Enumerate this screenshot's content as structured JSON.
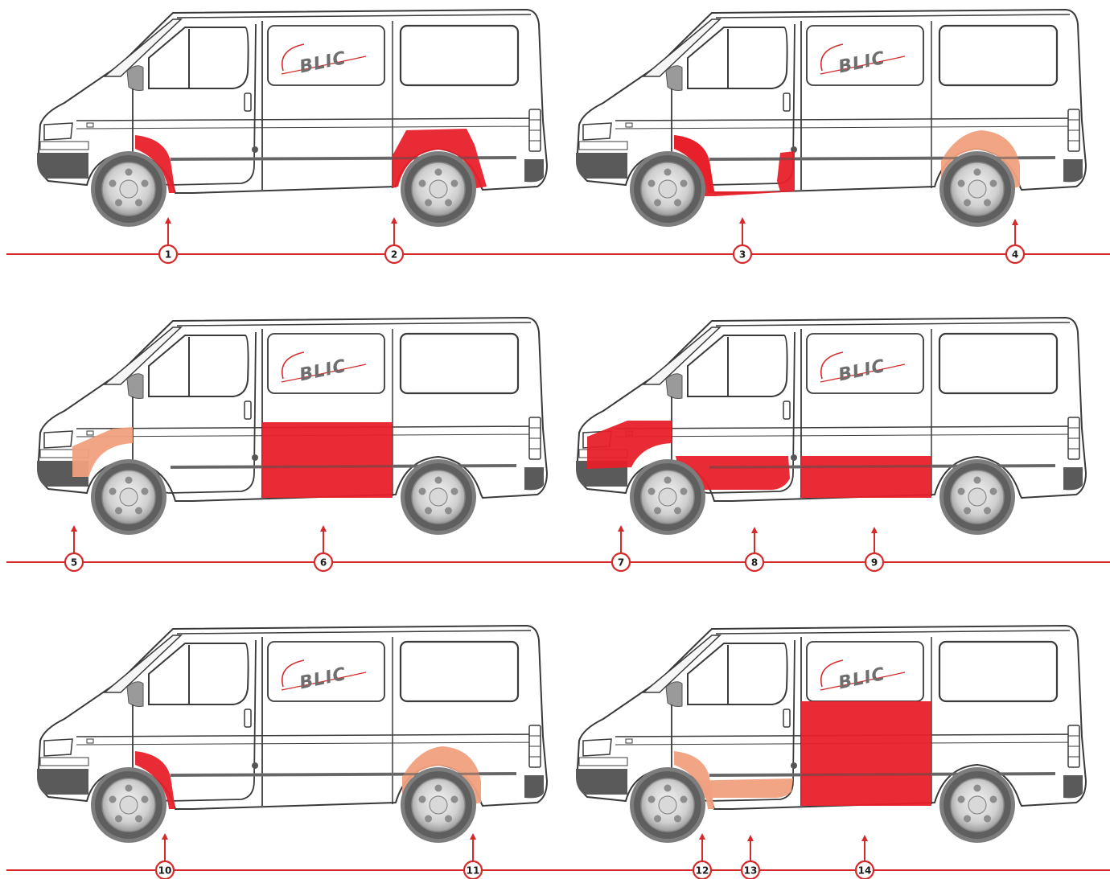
{
  "brand": "BLIC",
  "colors": {
    "line": "#d62a2a",
    "highlight_red": "#e8202a",
    "highlight_salmon": "#f0a07e",
    "highlight_dark": "#a11515",
    "body_outline": "#3a3a3a",
    "wheel_grey": "#9a9a9a",
    "bumper_grey": "#5a5a5a"
  },
  "rows": [
    {
      "vans": [
        {
          "highlights": [
            {
              "part": "front-wheel-arch",
              "color": "red"
            },
            {
              "part": "rear-wheel-arch-panel",
              "color": "red"
            }
          ]
        },
        {
          "highlights": [
            {
              "part": "front-wheel-arch",
              "color": "red"
            },
            {
              "part": "front-door-sill-step",
              "color": "red"
            },
            {
              "part": "rear-wheel-arch",
              "color": "salmon"
            }
          ]
        }
      ],
      "markers": [
        "1",
        "2",
        "3",
        "4"
      ]
    },
    {
      "vans": [
        {
          "highlights": [
            {
              "part": "front-wing-arch",
              "color": "salmon"
            },
            {
              "part": "sliding-door-lower",
              "color": "red"
            }
          ]
        },
        {
          "highlights": [
            {
              "part": "front-wing",
              "color": "red"
            },
            {
              "part": "front-door-lower",
              "color": "red"
            },
            {
              "part": "sliding-door-bottom",
              "color": "red"
            }
          ]
        }
      ],
      "markers": [
        "5",
        "6",
        "7",
        "8",
        "9"
      ]
    },
    {
      "vans": [
        {
          "highlights": [
            {
              "part": "front-wheel-arch",
              "color": "red"
            },
            {
              "part": "rear-wheel-arch",
              "color": "salmon"
            }
          ]
        },
        {
          "highlights": [
            {
              "part": "front-wheel-arch",
              "color": "salmon"
            },
            {
              "part": "front-door-sill",
              "color": "salmon"
            },
            {
              "part": "sliding-door-full",
              "color": "red"
            }
          ]
        }
      ],
      "markers": [
        "10",
        "11",
        "12",
        "13",
        "14"
      ]
    }
  ]
}
